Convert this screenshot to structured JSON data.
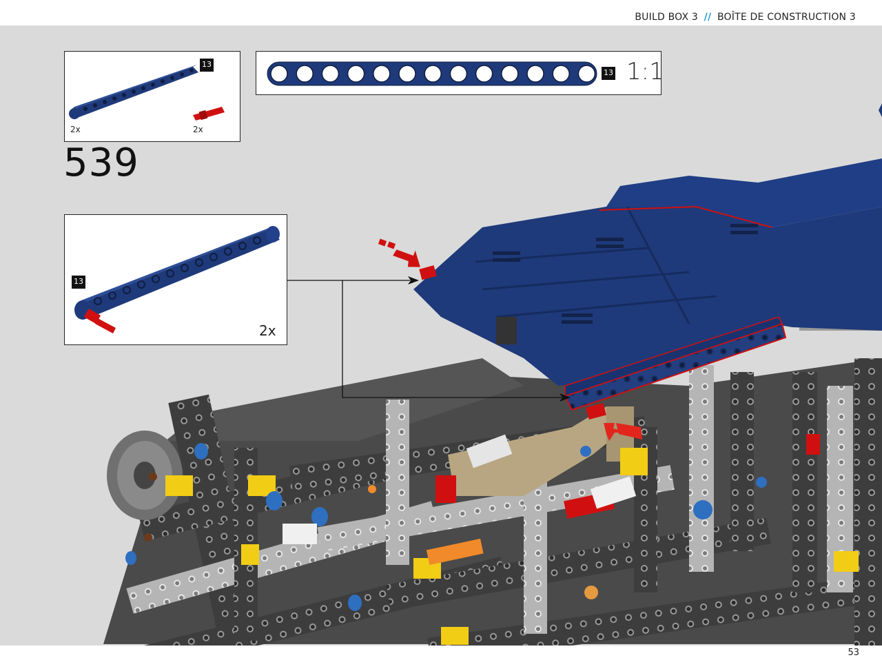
{
  "header": {
    "build_box_en": "BUILD BOX 3",
    "separator": "//",
    "build_box_fr": "BOÎTE DE CONSTRUCTION 3"
  },
  "parts_list": {
    "items": [
      {
        "part": "blue-13-beam",
        "length_badge": "13",
        "quantity": "2x"
      },
      {
        "part": "red-axle-pin",
        "quantity": "2x"
      }
    ]
  },
  "scale_ruler": {
    "length_badge": "13",
    "scale": "1:1",
    "hole_count": 13
  },
  "step": {
    "number": "539"
  },
  "subassembly": {
    "length_badge": "13",
    "quantity": "2x"
  },
  "footer": {
    "page_number": "53"
  },
  "colors": {
    "page_background": "#dadada",
    "lego_blue": "#1f3a7a",
    "lego_red": "#d01010",
    "accent_cyan": "#1e9bd7",
    "dark_gray": "#3a3a3a",
    "tan": "#b8a682",
    "yellow": "#f2cd15"
  }
}
